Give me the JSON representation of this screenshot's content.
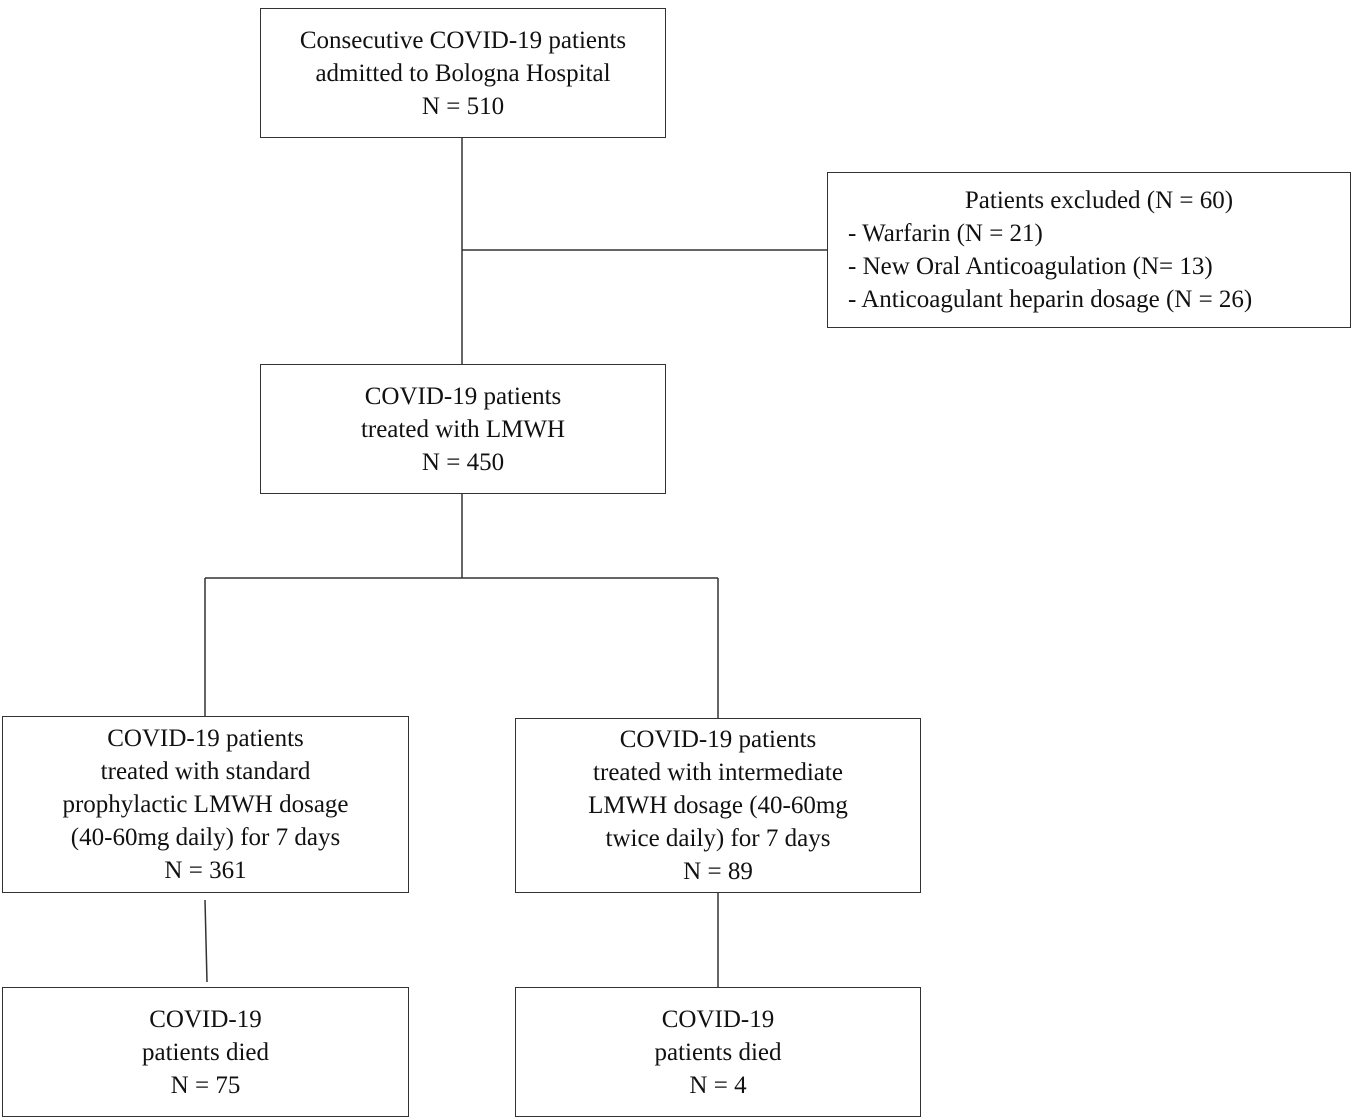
{
  "nodes": {
    "start": {
      "lines": [
        "Consecutive COVID-19 patients",
        "admitted to Bologna Hospital",
        "N = 510"
      ]
    },
    "excluded": {
      "title": "Patients excluded (N = 60)",
      "items": [
        "- Warfarin (N = 21)",
        "- New Oral Anticoagulation (N= 13)",
        "- Anticoagulant heparin dosage (N = 26)"
      ]
    },
    "lmwh": {
      "lines": [
        "COVID-19 patients",
        "treated with LMWH",
        "N = 450"
      ]
    },
    "standard": {
      "lines": [
        "COVID-19 patients",
        "treated with standard",
        "prophylactic LMWH dosage",
        "(40-60mg daily) for 7 days",
        "N = 361"
      ]
    },
    "intermediate": {
      "lines": [
        "COVID-19 patients",
        "treated with intermediate",
        "LMWH dosage (40-60mg",
        "twice daily) for 7 days",
        "N = 89"
      ]
    },
    "died_standard": {
      "lines": [
        "COVID-19",
        "patients died",
        "N = 75"
      ]
    },
    "died_intermediate": {
      "lines": [
        "COVID-19",
        "patients died",
        "N = 4"
      ]
    }
  }
}
